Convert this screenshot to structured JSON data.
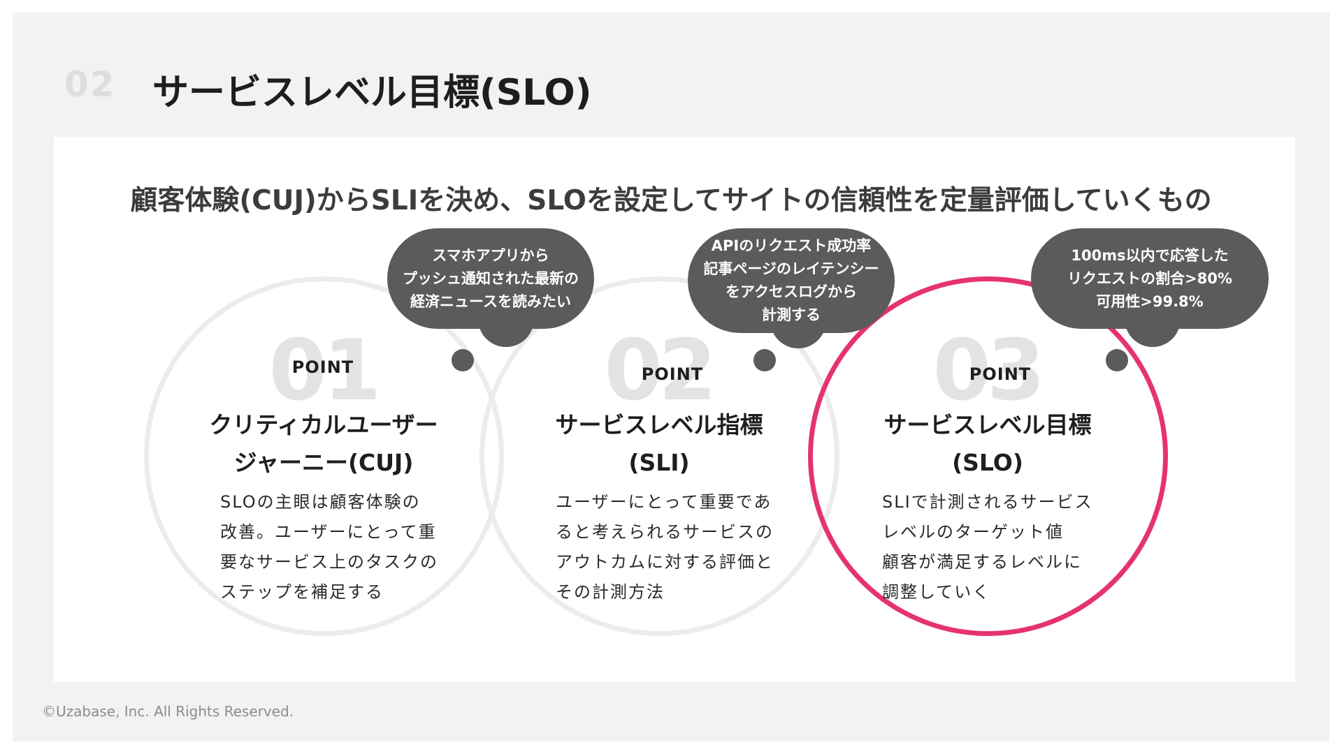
{
  "header": {
    "section_number": "02",
    "title": "サービスレベル目標(SLO)"
  },
  "subtitle": "顧客体験(CUJ)からSLIを決め、SLOを設定してサイトの信頼性を定量評価していくもの",
  "cards": [
    {
      "number": "01",
      "point_label": "POINT",
      "title": "クリティカルユーザー\nジャーニー(CUJ)",
      "body": "SLOの主眼は顧客体験の\n改善。ユーザーにとって重\n要なサービス上のタスクの\nステップを補足する",
      "bubble": "スマホアプリから\nプッシュ通知された最新の\n経済ニュースを読みたい",
      "highlighted": false
    },
    {
      "number": "02",
      "point_label": "POINT",
      "title": "サービスレベル指標\n(SLI)",
      "body": "ユーザーにとって重要であ\nると考えられるサービスの\nアウトカムに対する評価と\nその計測方法",
      "bubble": "APIのリクエスト成功率\n記事ページのレイテンシー\nをアクセスログから\n計測する",
      "highlighted": false
    },
    {
      "number": "03",
      "point_label": "POINT",
      "title": "サービスレベル目標\n(SLO)",
      "body": "SLIで計測されるサービス\nレベルのターゲット値\n顧客が満足するレベルに\n調整していく",
      "bubble": "100ms以内で応答した\nリクエストの割合>80%\n可用性>99.8%",
      "highlighted": true
    }
  ],
  "colors": {
    "accent": "#e5336e",
    "circle": "#ececec",
    "bubble": "#5b5b5b",
    "background": "#f2f2f2"
  },
  "footer": {
    "copyright": "©Uzabase, Inc. All Rights Reserved."
  }
}
